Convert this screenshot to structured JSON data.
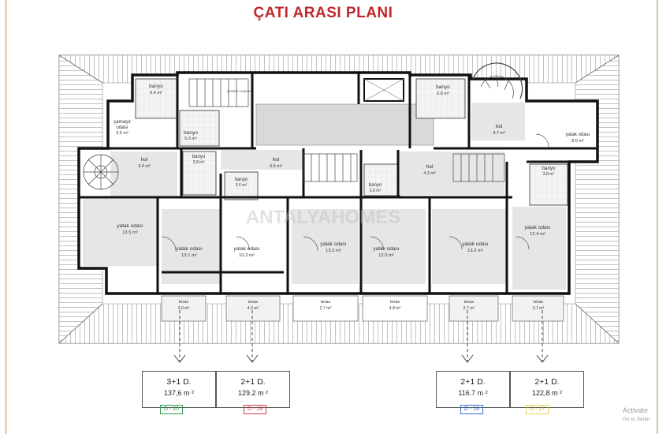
{
  "title": "ÇATI ARASI PLANI",
  "stair_note": "19 RİHT 17/28,00",
  "watermark_brand": "ANTALYAHOMES",
  "rooms": [
    {
      "id": "banyo-1",
      "name": "banyo",
      "area": "6.4 m²"
    },
    {
      "id": "camasir",
      "name": "çamaşır odası",
      "area": "2.5 m²"
    },
    {
      "id": "banyo-2",
      "name": "banyo",
      "area": "5.3 m²"
    },
    {
      "id": "hol-1",
      "name": "hol",
      "area": "3.4 m²"
    },
    {
      "id": "banyo-3",
      "name": "banyo",
      "area": "3.8 m²"
    },
    {
      "id": "hol-2",
      "name": "hol",
      "area": "6.5 m²"
    },
    {
      "id": "banyo-4",
      "name": "banyo",
      "area": "3.6 m²"
    },
    {
      "id": "yatak-1",
      "name": "yatak odası",
      "area": "13.5 m²"
    },
    {
      "id": "yatak-2",
      "name": "yatak odası",
      "area": "13.1 m²"
    },
    {
      "id": "yatak-3",
      "name": "yatak odası",
      "area": "10.2 m²"
    },
    {
      "id": "yatak-4",
      "name": "yatak odası",
      "area": "13.2 m²"
    },
    {
      "id": "yatak-5",
      "name": "yatak odası",
      "area": "12.0 m²"
    },
    {
      "id": "banyo-5",
      "name": "banyo",
      "area": "3.6 m²"
    },
    {
      "id": "hol-3",
      "name": "hol",
      "area": "4.3 m²"
    },
    {
      "id": "yatak-6",
      "name": "yatak odası",
      "area": "13.2 m²"
    },
    {
      "id": "banyo-6",
      "name": "banyo",
      "area": "5.8 m²"
    },
    {
      "id": "hol-4",
      "name": "hol",
      "area": "4.7 m²"
    },
    {
      "id": "yatak-7",
      "name": "yatak odası",
      "area": "8.0 m²"
    },
    {
      "id": "banyo-7",
      "name": "banyo",
      "area": "3.8 m²"
    },
    {
      "id": "yatak-8",
      "name": "yatak odası",
      "area": "12.4 m²"
    }
  ],
  "terraces": [
    {
      "name": "teras",
      "area": "3.0 m²"
    },
    {
      "name": "teras",
      "area": "4.3 m²"
    },
    {
      "name": "teras",
      "area": "2.7 m²"
    },
    {
      "name": "teras",
      "area": "4.8 m²"
    },
    {
      "name": "teras",
      "area": "2.7 m²"
    },
    {
      "name": "teras",
      "area": "3.7 m²"
    }
  ],
  "units": [
    {
      "type": "3+1 D.",
      "area": "137,6 m ²",
      "code": "D - 20",
      "color": "#2e9b4f"
    },
    {
      "type": "2+1 D.",
      "area": "129.2 m ²",
      "code": "D - 19",
      "color": "#d93a3a"
    },
    {
      "type": "2+1 D.",
      "area": "116.7 m ²",
      "code": "D - 18",
      "color": "#3a6fd9"
    },
    {
      "type": "2+1 D.",
      "area": "122,8 m ²",
      "code": "D - 17",
      "color": "#d9c23a"
    }
  ],
  "os_watermark": {
    "line1": "Activate",
    "line2": "Go to Settin"
  }
}
